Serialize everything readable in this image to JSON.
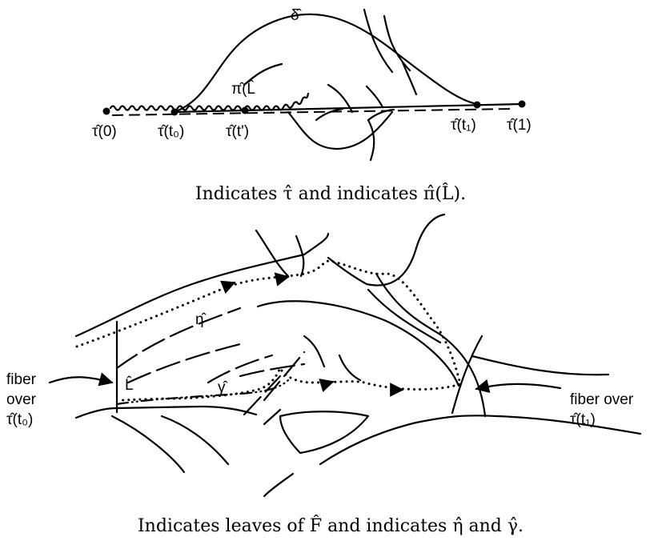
{
  "top_figure": {
    "labels": {
      "delta": "δ̂",
      "pi_L": "π̂(L̂",
      "tau0": "τ̂(0)",
      "tau_t0": "τ̂(t₀)",
      "tau_tprime": "τ̂(t')",
      "tau_t1": "τ̂(t₁)",
      "tau1": "τ̂(1)"
    },
    "caption": "Indicates τ̂ and indicates π̂(L̂)."
  },
  "bottom_figure": {
    "labels": {
      "eta": "η̂",
      "L": "L̂",
      "gamma": "γ̂",
      "fiber_left_line1": "fiber",
      "fiber_left_line2": "over",
      "fiber_left_line3": "τ̂(t₀)",
      "fiber_right_line1": "fiber over",
      "fiber_right_line2": "τ̂(t₁)"
    },
    "caption": "Indicates leaves of F̂ and indicates η̂ and γ̂."
  }
}
